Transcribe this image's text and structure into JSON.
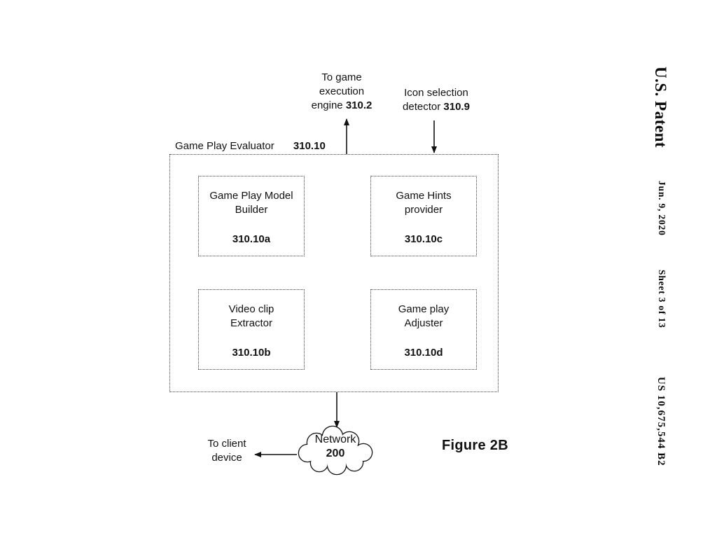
{
  "patent_margin": {
    "title": "U.S. Patent",
    "date": "Jun. 9, 2020",
    "sheet": "Sheet 3 of 13",
    "number": "US 10,675,544 B2"
  },
  "diagram": {
    "game_engine_label": {
      "text": "To game execution engine",
      "ref": "310.2"
    },
    "icon_detector_label": {
      "text": "Icon selection detector",
      "ref": "310.9"
    },
    "evaluator": {
      "title": "Game Play Evaluator",
      "ref": "310.10"
    },
    "modules": [
      {
        "name": "Game Play Model Builder",
        "ref": "310.10a"
      },
      {
        "name": "Game Hints provider",
        "ref": "310.10c"
      },
      {
        "name": "Video clip Extractor",
        "ref": "310.10b"
      },
      {
        "name": "Game play Adjuster",
        "ref": "310.10d"
      }
    ],
    "network": {
      "name": "Network",
      "ref": "200"
    },
    "client_label": "To client device",
    "figure_label": "Figure 2B"
  },
  "colors": {
    "ink": "#111111",
    "background": "#ffffff"
  }
}
